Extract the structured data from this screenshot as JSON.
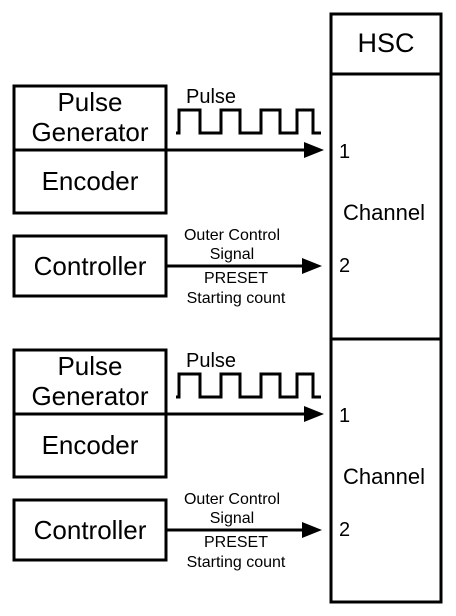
{
  "hsc": {
    "title": "HSC",
    "blocks": [
      {
        "channel_label": "Channel",
        "input1_num": "1",
        "input2_num": "2",
        "pulse_label": "Pulse",
        "pulse_generator_line1": "Pulse",
        "pulse_generator_line2": "Generator",
        "encoder_label": "Encoder",
        "controller_label": "Controller",
        "signal_line1": "Outer Control",
        "signal_line2": "Signal",
        "signal_line3": "PRESET",
        "signal_line4": "Starting count"
      },
      {
        "channel_label": "Channel",
        "input1_num": "1",
        "input2_num": "2",
        "pulse_label": "Pulse",
        "pulse_generator_line1": "Pulse",
        "pulse_generator_line2": "Generator",
        "encoder_label": "Encoder",
        "controller_label": "Controller",
        "signal_line1": "Outer Control",
        "signal_line2": "Signal",
        "signal_line3": "PRESET",
        "signal_line4": "Starting count"
      }
    ]
  }
}
